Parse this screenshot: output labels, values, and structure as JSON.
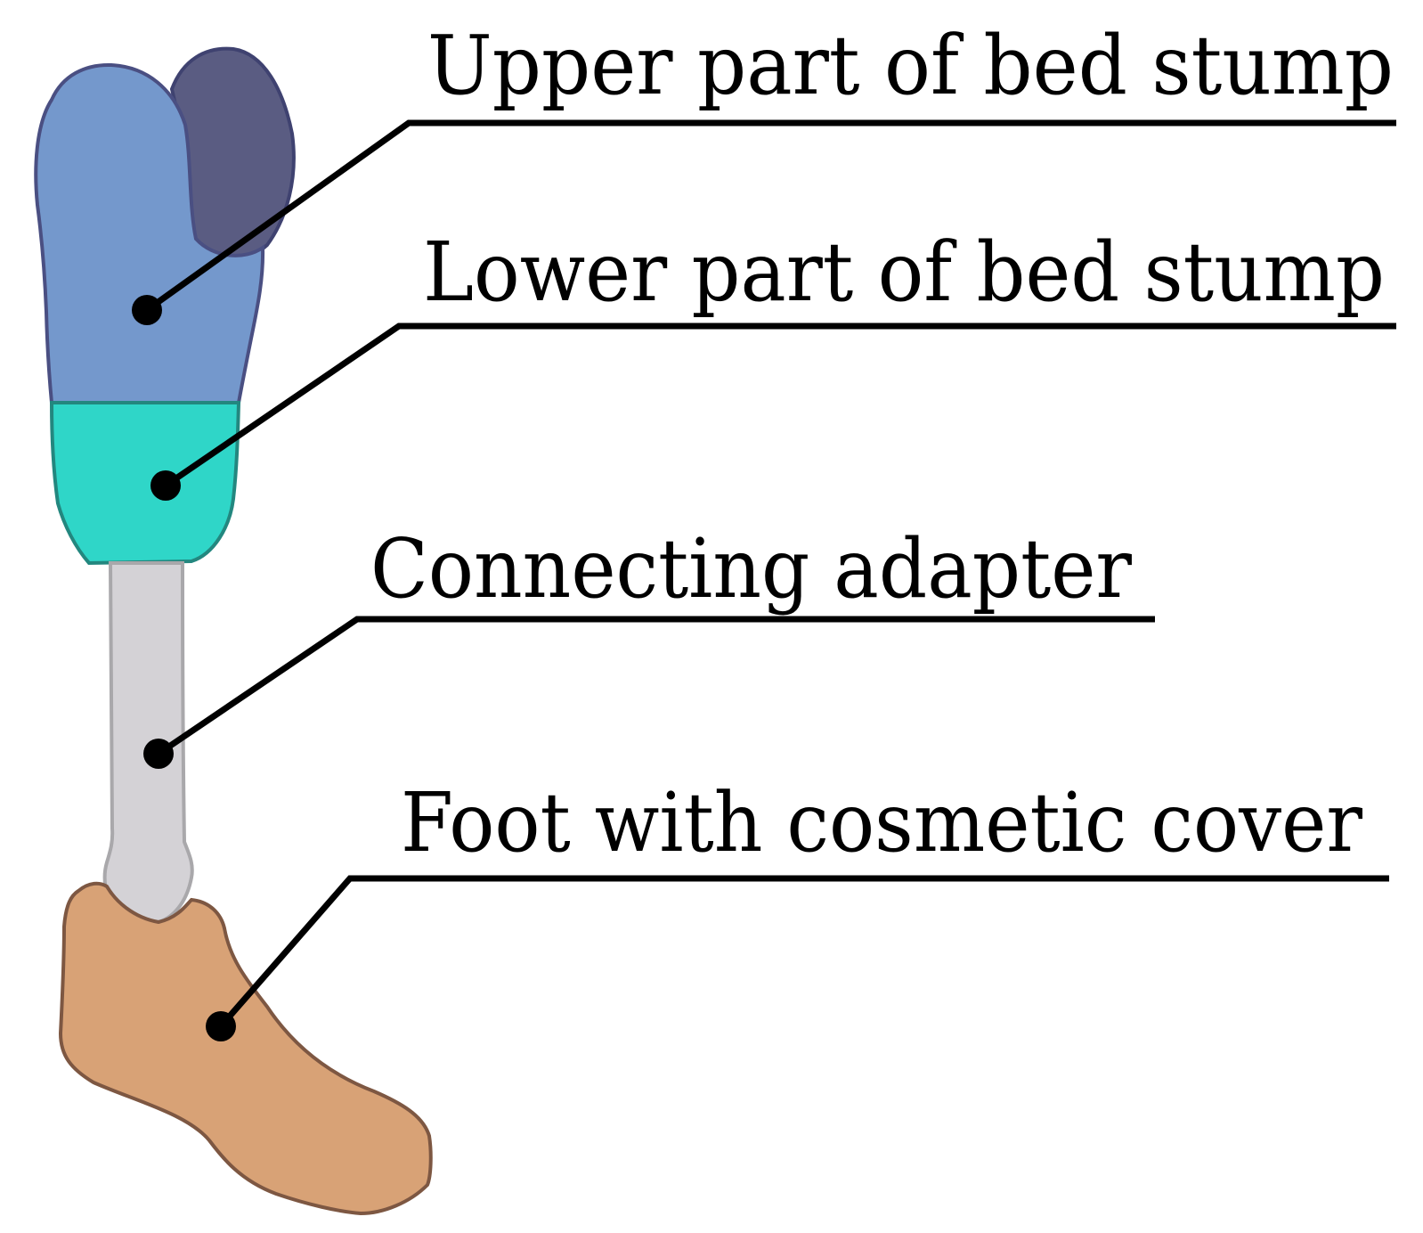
{
  "diagram": {
    "labels": [
      {
        "id": "upper",
        "text": "Upper part of bed stump"
      },
      {
        "id": "lower",
        "text": "Lower part of bed stump"
      },
      {
        "id": "adapter",
        "text": "Connecting adapter"
      },
      {
        "id": "foot",
        "text": "Foot with cosmetic cover"
      }
    ],
    "colors": {
      "upper_socket": "#7498cc",
      "upper_socket_outline": "#4a4f82",
      "upper_socket_back": "#5a5c82",
      "lower_socket": "#2fd6c8",
      "lower_socket_outline": "#23877f",
      "adapter": "#d4d2d6",
      "adapter_outline": "#a9a8ab",
      "foot": "#d8a276",
      "foot_outline": "#7d5742",
      "leader": "#000000"
    }
  }
}
